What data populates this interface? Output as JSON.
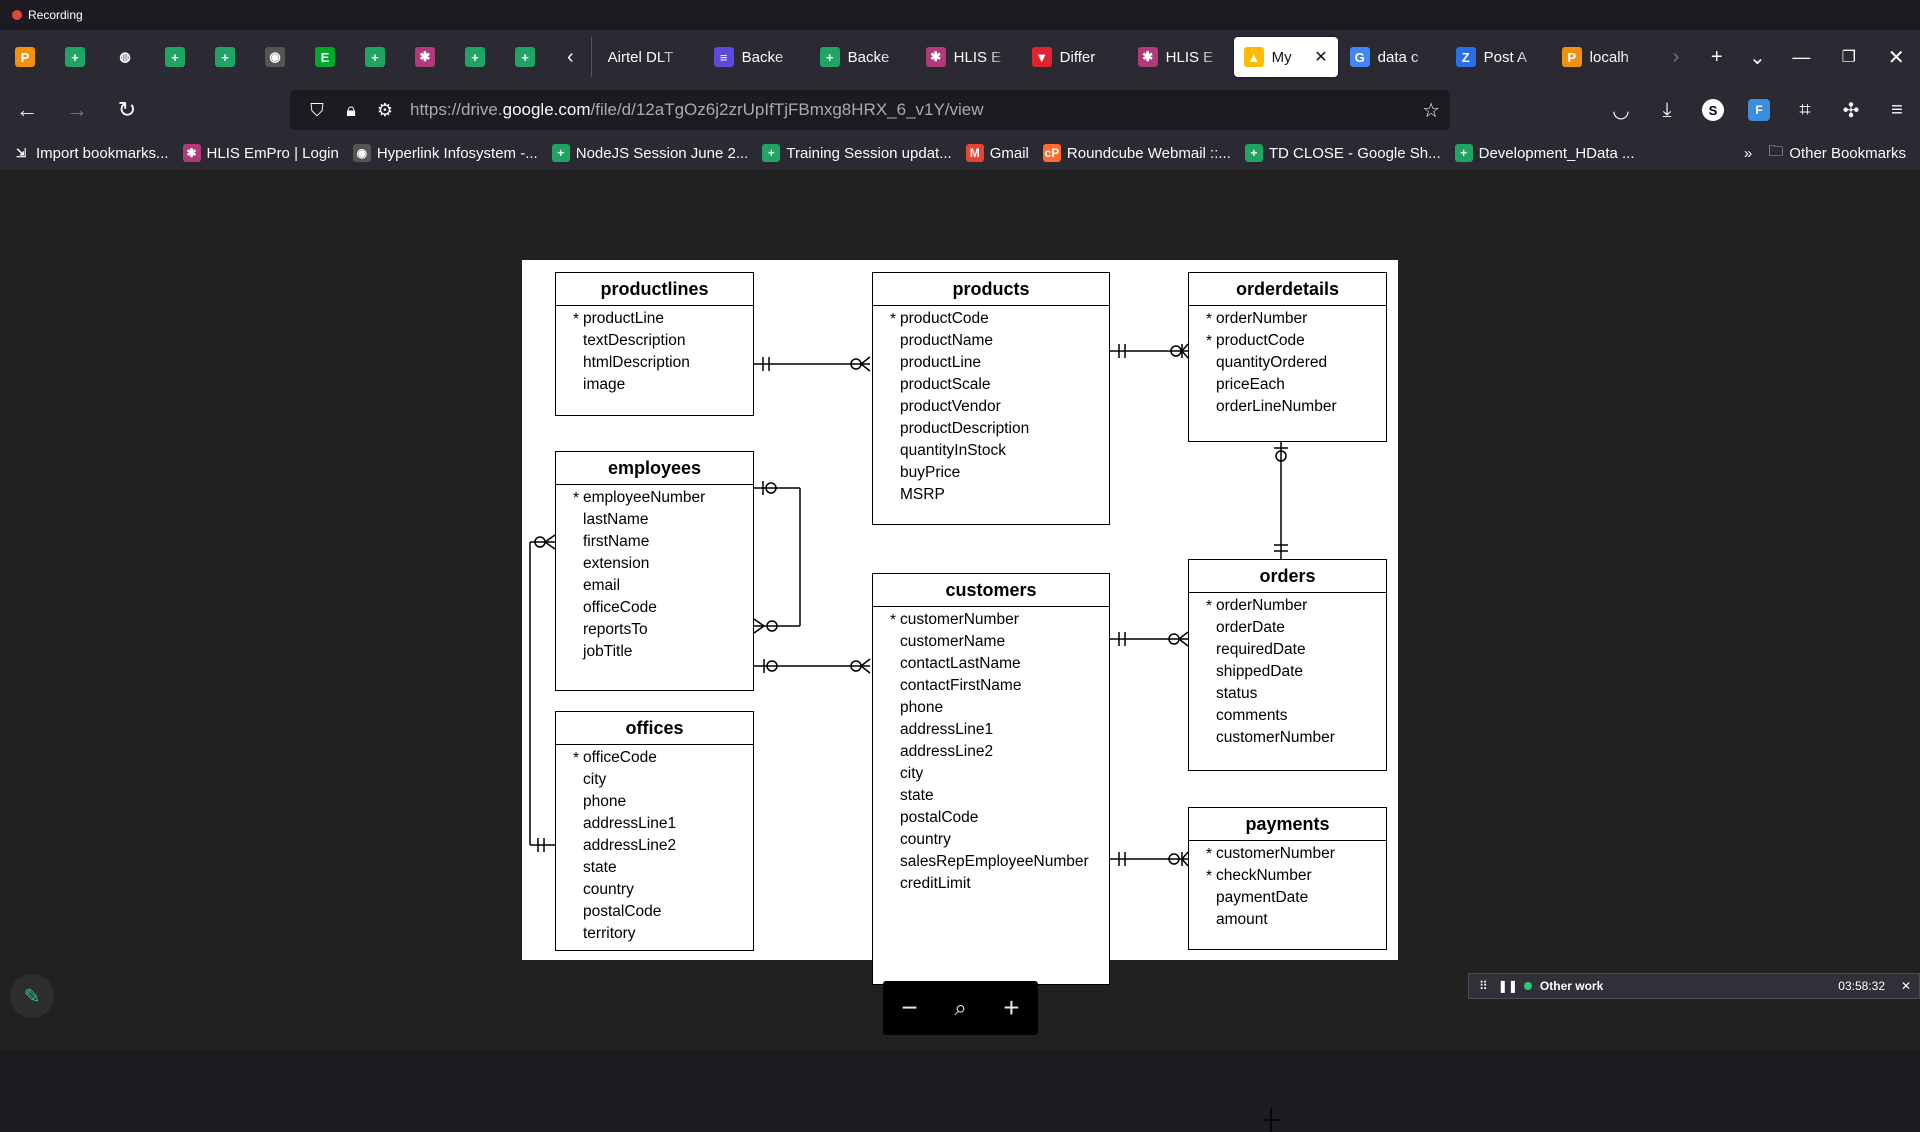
{
  "recording": {
    "label": "Recording"
  },
  "tabs": {
    "pinned": [
      {
        "icon": "pma-icon",
        "color": "#f29111",
        "glyph": "P"
      },
      {
        "icon": "sheets-icon",
        "color": "#1fa463",
        "glyph": "+"
      },
      {
        "icon": "globe-icon",
        "color": "transparent",
        "glyph": "◍"
      },
      {
        "icon": "sheets-icon",
        "color": "#1fa463",
        "glyph": "+"
      },
      {
        "icon": "sheets-icon",
        "color": "#1fa463",
        "glyph": "+"
      },
      {
        "icon": "hyperlink-icon",
        "color": "#555555",
        "glyph": "◉"
      },
      {
        "icon": "evernote-icon",
        "color": "#00a82d",
        "glyph": "E"
      },
      {
        "icon": "sheets-icon",
        "color": "#1fa463",
        "glyph": "+"
      },
      {
        "icon": "hlis-icon",
        "color": "#b03a7a",
        "glyph": "✱"
      },
      {
        "icon": "sheets-icon",
        "color": "#1fa463",
        "glyph": "+"
      },
      {
        "icon": "sheets-icon",
        "color": "#1fa463",
        "glyph": "+"
      }
    ],
    "items": [
      {
        "label": "Airtel DLT",
        "icon": "none",
        "color": "transparent",
        "glyph": ""
      },
      {
        "label": "Backe",
        "icon": "forms-icon",
        "color": "#5c4bd6",
        "glyph": "≡"
      },
      {
        "label": "Backe",
        "icon": "sheets-icon",
        "color": "#1fa463",
        "glyph": "+"
      },
      {
        "label": "HLIS E",
        "icon": "hlis-icon",
        "color": "#b03a7a",
        "glyph": "✱"
      },
      {
        "label": "Differ",
        "icon": "vercel-icon",
        "color": "#e0232f",
        "glyph": "▼"
      },
      {
        "label": "HLIS E",
        "icon": "hlis-icon",
        "color": "#b03a7a",
        "glyph": "✱"
      },
      {
        "label": "My",
        "icon": "drive-icon",
        "color": "#fbbc04",
        "glyph": "▲",
        "active": true
      },
      {
        "label": "data c",
        "icon": "google-icon",
        "color": "#4285f4",
        "glyph": "G"
      },
      {
        "label": "Post A",
        "icon": "zoho-icon",
        "color": "#2a6ee8",
        "glyph": "Z"
      },
      {
        "label": "localh",
        "icon": "pma-icon",
        "color": "#f29111",
        "glyph": "P"
      }
    ]
  },
  "navbar": {
    "url_prefix": "https://drive.",
    "url_domain": "google.com",
    "url_path": "/file/d/12aTgOz6j2zrUpIfTjFBmxg8HRX_6_v1Y/view"
  },
  "bookmarks": {
    "items": [
      {
        "label": "Import bookmarks...",
        "icon": "import-icon",
        "color": "transparent",
        "glyph": "⇲"
      },
      {
        "label": "HLIS EmPro | Login",
        "icon": "hlis-icon",
        "color": "#b03a7a",
        "glyph": "✱"
      },
      {
        "label": "Hyperlink Infosystem -...",
        "icon": "hyperlink-icon",
        "color": "#555555",
        "glyph": "◉"
      },
      {
        "label": "NodeJS Session June 2...",
        "icon": "sheets-icon",
        "color": "#1fa463",
        "glyph": "+"
      },
      {
        "label": "Training Session updat...",
        "icon": "sheets-icon",
        "color": "#1fa463",
        "glyph": "+"
      },
      {
        "label": "Gmail",
        "icon": "gmail-icon",
        "color": "#ea4335",
        "glyph": "M"
      },
      {
        "label": "Roundcube Webmail ::...",
        "icon": "cpanel-icon",
        "color": "#ff6c2c",
        "glyph": "cP"
      },
      {
        "label": "TD CLOSE - Google Sh...",
        "icon": "sheets-icon",
        "color": "#1fa463",
        "glyph": "+"
      },
      {
        "label": "Development_HData ...",
        "icon": "sheets-icon",
        "color": "#1fa463",
        "glyph": "+"
      }
    ],
    "other": "Other Bookmarks"
  },
  "erd": {
    "productlines": {
      "title": "productlines",
      "attrs": [
        {
          "name": "productLine",
          "pk": true
        },
        {
          "name": "textDescription"
        },
        {
          "name": "htmlDescription"
        },
        {
          "name": "image"
        }
      ]
    },
    "products": {
      "title": "products",
      "attrs": [
        {
          "name": "productCode",
          "pk": true
        },
        {
          "name": "productName"
        },
        {
          "name": "productLine"
        },
        {
          "name": "productScale"
        },
        {
          "name": "productVendor"
        },
        {
          "name": "productDescription"
        },
        {
          "name": "quantityInStock"
        },
        {
          "name": "buyPrice"
        },
        {
          "name": "MSRP"
        }
      ]
    },
    "orderdetails": {
      "title": "orderdetails",
      "attrs": [
        {
          "name": "orderNumber",
          "pk": true
        },
        {
          "name": "productCode",
          "pk": true
        },
        {
          "name": "quantityOrdered"
        },
        {
          "name": "priceEach"
        },
        {
          "name": "orderLineNumber"
        }
      ]
    },
    "employees": {
      "title": "employees",
      "attrs": [
        {
          "name": "employeeNumber",
          "pk": true
        },
        {
          "name": "lastName"
        },
        {
          "name": "firstName"
        },
        {
          "name": "extension"
        },
        {
          "name": "email"
        },
        {
          "name": "officeCode"
        },
        {
          "name": "reportsTo"
        },
        {
          "name": "jobTitle"
        }
      ]
    },
    "customers": {
      "title": "customers",
      "attrs": [
        {
          "name": "customerNumber",
          "pk": true
        },
        {
          "name": "customerName"
        },
        {
          "name": "contactLastName"
        },
        {
          "name": "contactFirstName"
        },
        {
          "name": "phone"
        },
        {
          "name": "addressLine1"
        },
        {
          "name": "addressLine2"
        },
        {
          "name": "city"
        },
        {
          "name": "state"
        },
        {
          "name": "postalCode"
        },
        {
          "name": "country"
        },
        {
          "name": "salesRepEmployeeNumber"
        },
        {
          "name": "creditLimit"
        }
      ]
    },
    "orders": {
      "title": "orders",
      "attrs": [
        {
          "name": "orderNumber",
          "pk": true
        },
        {
          "name": "orderDate"
        },
        {
          "name": "requiredDate"
        },
        {
          "name": "shippedDate"
        },
        {
          "name": "status"
        },
        {
          "name": "comments"
        },
        {
          "name": "customerNumber"
        }
      ]
    },
    "offices": {
      "title": "offices",
      "attrs": [
        {
          "name": "officeCode",
          "pk": true
        },
        {
          "name": "city"
        },
        {
          "name": "phone"
        },
        {
          "name": "addressLine1"
        },
        {
          "name": "addressLine2"
        },
        {
          "name": "state"
        },
        {
          "name": "country"
        },
        {
          "name": "postalCode"
        },
        {
          "name": "territory"
        }
      ]
    },
    "payments": {
      "title": "payments",
      "attrs": [
        {
          "name": "customerNumber",
          "pk": true
        },
        {
          "name": "checkNumber",
          "pk": true
        },
        {
          "name": "paymentDate"
        },
        {
          "name": "amount"
        }
      ]
    }
  },
  "timer": {
    "task": "Other work",
    "time": "03:58:32"
  }
}
